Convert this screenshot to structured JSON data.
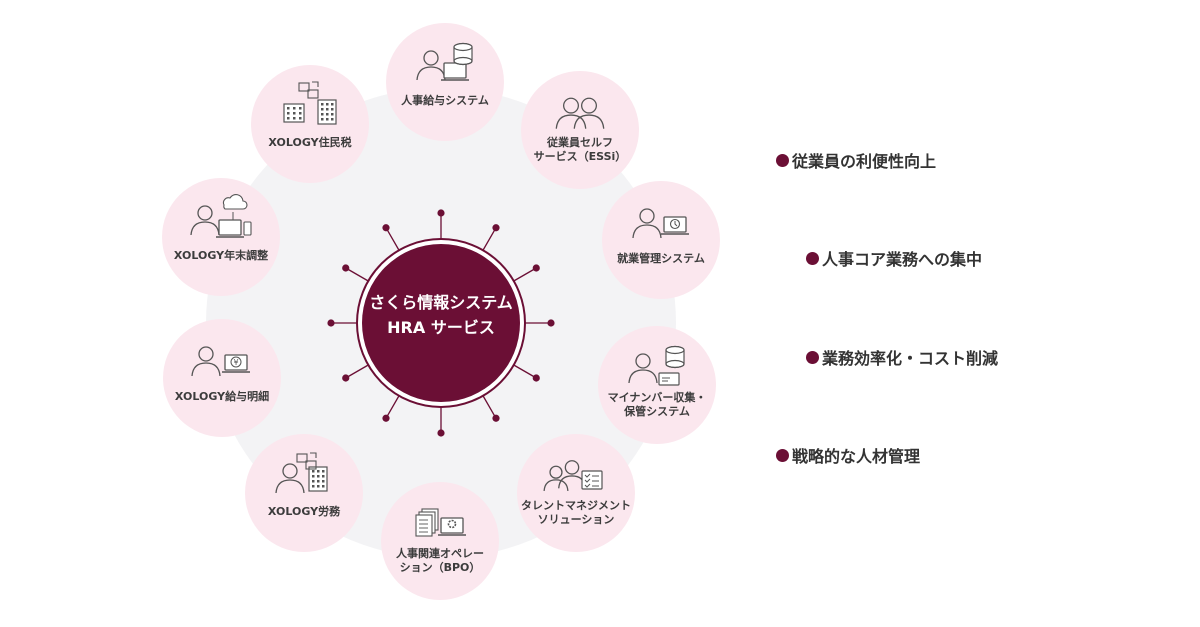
{
  "center": {
    "line1": "さくら情報システム",
    "line2": "HRA サービス"
  },
  "services": [
    {
      "id": "jinji-kyuyo",
      "lines": [
        "人事給与システム"
      ],
      "icon": "person-server-laptop-icon"
    },
    {
      "id": "essi",
      "lines": [
        "従業員セルフ",
        "サービス（ESSi）"
      ],
      "icon": "two-people-icon"
    },
    {
      "id": "shugyo",
      "lines": [
        "就業管理システム"
      ],
      "icon": "person-clock-laptop-icon"
    },
    {
      "id": "mynumber",
      "lines": [
        "マイナンバー収集・",
        "保管システム"
      ],
      "icon": "person-card-server-icon"
    },
    {
      "id": "talent",
      "lines": [
        "タレントマネジメント",
        "ソリューション"
      ],
      "icon": "people-checklist-icon"
    },
    {
      "id": "bpo",
      "lines": [
        "人事関連オペレー",
        "ション（BPO）"
      ],
      "icon": "documents-gear-laptop-icon"
    },
    {
      "id": "romu",
      "lines": [
        "XOLOGY労務"
      ],
      "icon": "person-building-icon"
    },
    {
      "id": "kyuyo-meisai",
      "lines": [
        "XOLOGY給与明細"
      ],
      "icon": "person-yen-laptop-icon"
    },
    {
      "id": "nenmatsu",
      "lines": [
        "XOLOGY年末調整"
      ],
      "icon": "person-cloud-devices-icon"
    },
    {
      "id": "juminzei",
      "lines": [
        "XOLOGY住民税"
      ],
      "icon": "buildings-transfer-icon"
    }
  ],
  "benefits": [
    "従業員の利便性向上",
    "人事コア業務への集中",
    "業務効率化・コスト削減",
    "戦略的な人材管理"
  ],
  "colors": {
    "accent": "#6b0f35",
    "node_fill": "#fbe7ee",
    "ring_fill": "#f3f3f5",
    "icon_stroke": "#555555"
  }
}
